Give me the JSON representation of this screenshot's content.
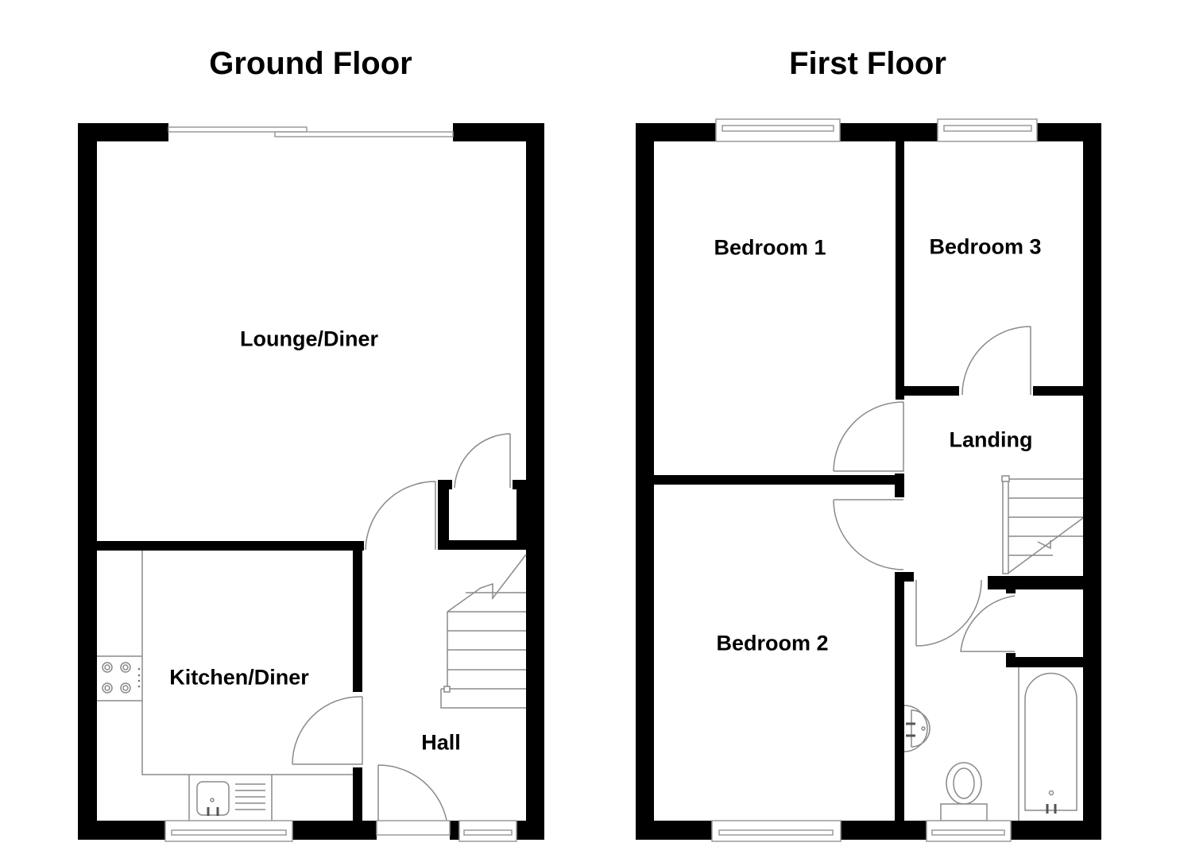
{
  "floors": [
    {
      "title": "Ground Floor",
      "rooms": [
        {
          "label": "Lounge/Diner"
        },
        {
          "label": "Kitchen/Diner"
        },
        {
          "label": "Hall"
        }
      ]
    },
    {
      "title": "First Floor",
      "rooms": [
        {
          "label": "Bedroom 1"
        },
        {
          "label": "Bedroom 3"
        },
        {
          "label": "Landing"
        },
        {
          "label": "Bedroom 2"
        }
      ]
    }
  ],
  "colors": {
    "wall": "#000000",
    "fixture_line": "#8a8a8a",
    "background": "#ffffff"
  }
}
